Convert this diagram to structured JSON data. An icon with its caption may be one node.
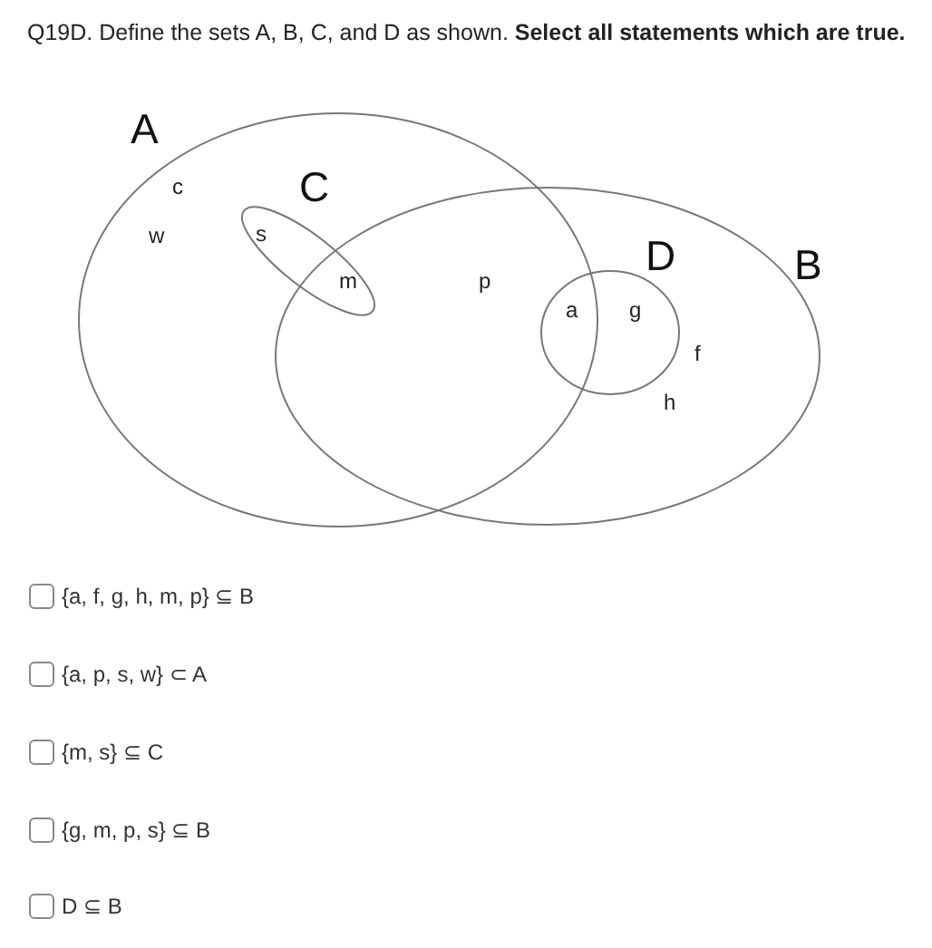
{
  "diagram": {
    "title": "Q19D. Define the sets A, B, C, and D as shown. **Select all statements which are true.**",
    "nodes": [
      {
        "text": [
          "A"
        ]
      },
      {
        "text": [
          "C"
        ],
        "in": 0
      },
      {
        "text": [
          "B"
        ]
      },
      {
        "text": [
          "D"
        ],
        "in": 2
      }
    ],
    "edges": [],
    "labels": [
      "c",
      "w",
      "s",
      "m",
      "p",
      "a",
      "g",
      "f",
      "h",
      "{a, f, g, h, m, p} ⊆ B",
      "{a, p, s, w} ⊂ A",
      "{m, s} ⊆ C",
      "{g, m, p, s} ⊆ B",
      "D ⊆ B"
    ]
  }
}
